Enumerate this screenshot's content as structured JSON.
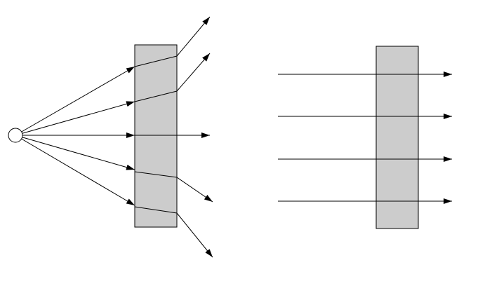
{
  "colors": {
    "background": "#ffffff",
    "slab_fill": "#cccccc",
    "slab_stroke": "#000000",
    "ray": "#000000",
    "source_fill": "#ffffff"
  },
  "panels": [
    {
      "id": "diverging",
      "has_point_source": true,
      "ray_count": 5
    },
    {
      "id": "parallel",
      "has_point_source": false,
      "ray_count": 4
    }
  ]
}
